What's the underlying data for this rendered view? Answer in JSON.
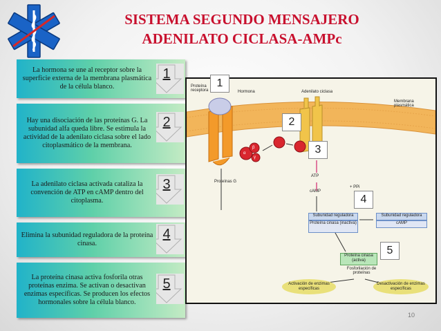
{
  "title": {
    "line1": "SISTEMA SEGUNDO MENSAJERO",
    "line2": "ADENILATO CICLASA-AMPc"
  },
  "steps": [
    {
      "text": "La hormona se une al receptor sobre la superficie externa de la membrana plasmática de la célula blanco.",
      "number": "1"
    },
    {
      "text": "Hay una disociación de las proteínas G. La subunidad alfa queda libre. Se estimula la actividad de la adenilato ciclasa sobre el lado citoplasmático de la membrana.",
      "number": "2"
    },
    {
      "text": "La adenilato ciclasa activada cataliza la convención de ATP en cAMP dentro del citoplasma.",
      "number": "3"
    },
    {
      "text": "Elimina la subunidad reguladora de la proteína cinasa.",
      "number": "4"
    },
    {
      "text": "La proteína cinasa activa fosforila otras proteínas enzima. Se activan o desactivan enzimas específicas. Se producen los efectos hormonales sobre la célula blanco.",
      "number": "5"
    }
  ],
  "figure": {
    "callouts": [
      "1",
      "2",
      "3",
      "4",
      "5"
    ],
    "labels": {
      "receptor": "Proteína receptora",
      "hormone": "Hormona",
      "cyclase": "Adenilato ciclasa",
      "membrane": "Membrana plasmática",
      "g_protein": "Proteínas G",
      "atp": "ATP",
      "camp": "cAMP",
      "ppi": "+ PPi",
      "regulator_sub": "Subunidad reguladora",
      "kinase_inactive": "Proteína cinasa (inactiva)",
      "regulator_sub_2": "Subunidad reguladora",
      "camp_2": "cAMP",
      "kinase_active": "Proteína cinasa (activa)",
      "phospho": "Fosforilación de proteínas",
      "activation": "Activación de enzimas específicas",
      "deactivation": "Desactivación de enzimas específicas",
      "alpha": "α",
      "beta": "β",
      "gamma": "γ"
    }
  },
  "page_number": "10",
  "colors": {
    "title": "#c8102e",
    "step_start": "#21b3c9",
    "step_end": "#c4ebc4",
    "membrane": "#f2b55a",
    "receptor": "#f39a2a",
    "cyclase": "#f1c44a",
    "g_alpha": "#d9262e"
  }
}
